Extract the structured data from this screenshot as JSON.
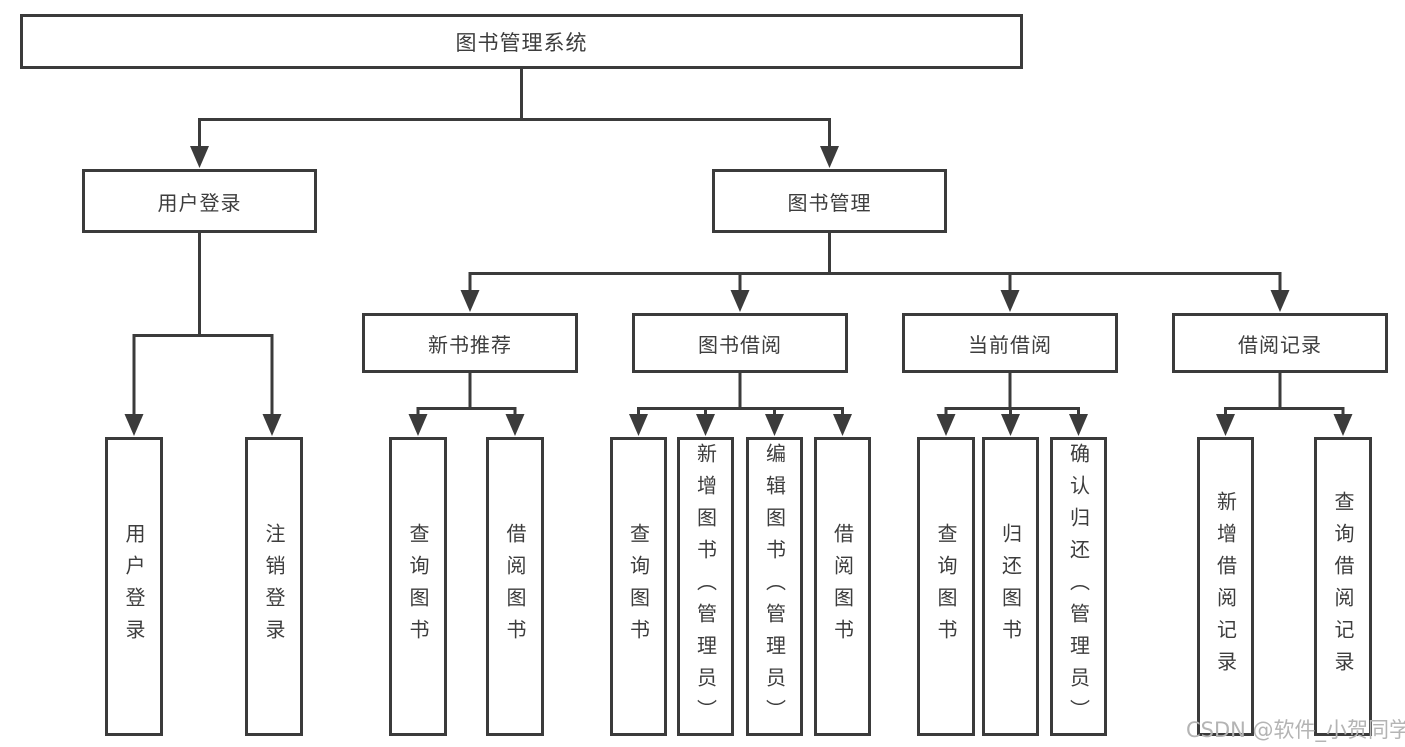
{
  "diagram": {
    "root": {
      "label": "图书管理系统"
    },
    "branches": [
      {
        "label": "用户登录",
        "children": [
          "用户登录",
          "注销登录"
        ]
      },
      {
        "label": "图书管理",
        "children": [
          {
            "label": "新书推荐",
            "children": [
              "查询图书",
              "借阅图书"
            ]
          },
          {
            "label": "图书借阅",
            "children": [
              "查询图书",
              "新增图书（管理员）",
              "编辑图书（管理员）",
              "借阅图书"
            ]
          },
          {
            "label": "当前借阅",
            "children": [
              "查询图书",
              "归还图书",
              "确认归还（管理员）"
            ]
          },
          {
            "label": "借阅记录",
            "children": [
              "新增借阅记录",
              "查询借阅记录"
            ]
          }
        ]
      }
    ]
  },
  "watermark": {
    "text": "CSDN @软件_小贺同学"
  },
  "colors": {
    "line": "#3b3b3b",
    "text": "#3d3d3d",
    "watermark": "#b4b4b4",
    "background": "#ffffff"
  }
}
